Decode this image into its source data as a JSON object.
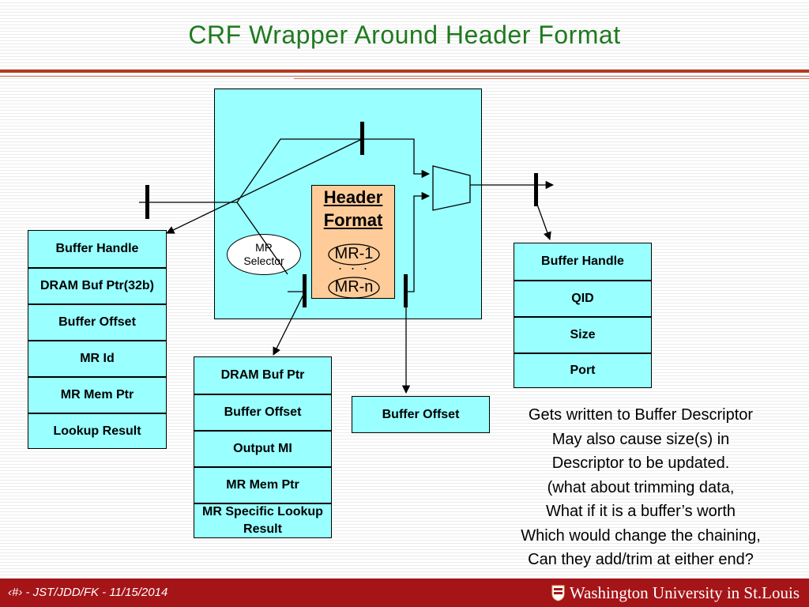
{
  "title": "CRF Wrapper Around Header Format",
  "header_format": {
    "line1": "Header",
    "line2": "Format",
    "mr_first": "MR-1",
    "dots": ". . .",
    "mr_last": "MR-n"
  },
  "mr_selector": {
    "line1": "MR",
    "line2": "Selector"
  },
  "input_table": [
    "Buffer Handle",
    "DRAM Buf Ptr(32b)",
    "Buffer Offset",
    "MR Id",
    "MR Mem Ptr",
    "Lookup Result"
  ],
  "middle_table": [
    "DRAM Buf Ptr",
    "Buffer Offset",
    "Output MI",
    "MR Mem Ptr",
    "MR Specific Lookup Result"
  ],
  "buffer_offset_box": "Buffer Offset",
  "output_table": [
    "Buffer Handle",
    "QID",
    "Size",
    "Port"
  ],
  "description": [
    "Gets written to Buffer Descriptor",
    "May also cause size(s) in",
    "Descriptor to be updated.",
    "(what about trimming data,",
    "What if it is a buffer’s worth",
    "Which would change the chaining,",
    "Can they add/trim at either end?"
  ],
  "footer": {
    "text": "‹#› - JST/JDD/FK - 11/15/2014",
    "logo_text": "Washington University in St.Louis"
  },
  "colors": {
    "title": "#1f7a1f",
    "cyan": "#99ffff",
    "peach": "#ffcc99",
    "footer": "#a51417",
    "rule": "#b23a1e"
  }
}
